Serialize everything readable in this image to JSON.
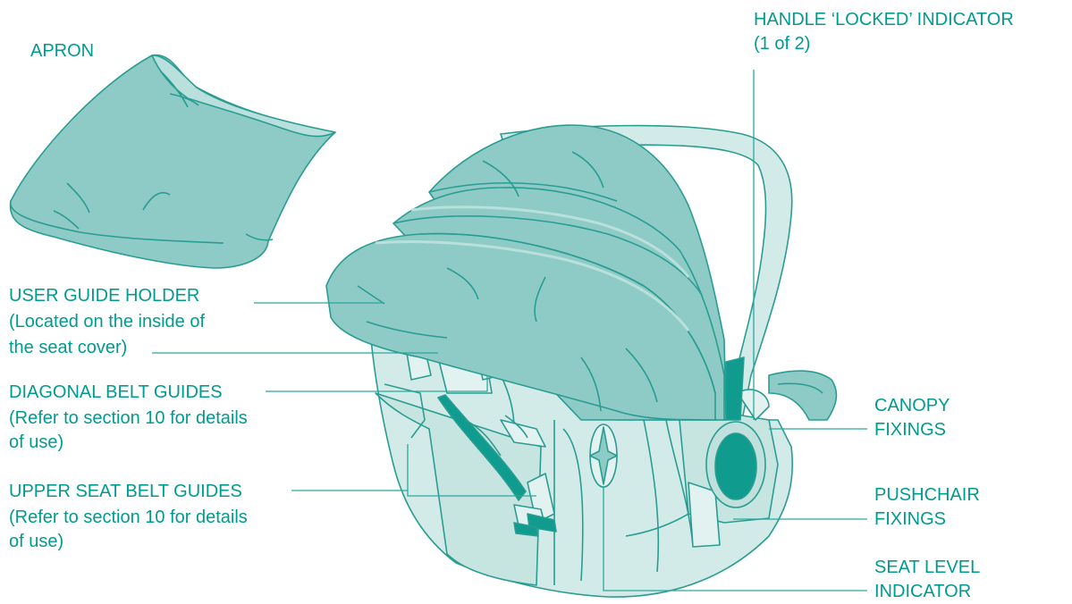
{
  "labels": {
    "apron": "APRON",
    "handle_locked_line1": "HANDLE ‘LOCKED’ INDICATOR",
    "handle_locked_line2": "(1 of 2)",
    "user_guide_line1": "USER GUIDE HOLDER",
    "user_guide_line2": "(Located on the inside of",
    "user_guide_line3": "the seat cover)",
    "diagonal_line1": "DIAGONAL BELT GUIDES",
    "diagonal_line2": "(Refer to section 10 for details",
    "diagonal_line3": "of use)",
    "upper_line1": "UPPER SEAT BELT GUIDES",
    "upper_line2": "(Refer to section 10 for details",
    "upper_line3": "of use)",
    "canopy_line1": "CANOPY",
    "canopy_line2": "FIXINGS",
    "pushchair_line1": "PUSHCHAIR",
    "pushchair_line2": "FIXINGS",
    "seat_level_line1": "SEAT LEVEL",
    "seat_level_line2": "INDICATOR"
  },
  "colors": {
    "label_text": "#009b8f",
    "leader_line": "#2aa89c",
    "outline": "#2a9d92",
    "fabric": "#8ecbc6",
    "fabric_light": "#b9e0dc",
    "shell": "#d3ebe8",
    "shell_dark": "#bfe0dc",
    "accent": "#0f9b8e"
  }
}
